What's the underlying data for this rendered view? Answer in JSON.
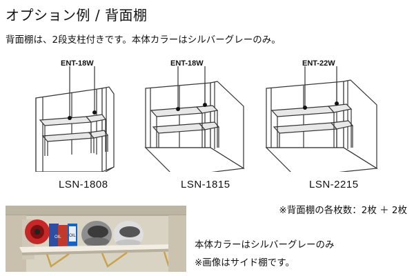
{
  "title": "オプション例 / 背面棚",
  "description": "背面棚は、2段支柱付きです。本体カラーはシルバーグレーのみ。",
  "diagrams": [
    {
      "code": "ENT-18W",
      "model": "LSN-1808"
    },
    {
      "code": "ENT-18W",
      "model": "LSN-1815"
    },
    {
      "code": "ENT-22W",
      "model": "LSN-2215"
    }
  ],
  "count_note": "※背面棚の各枚数：2枚 ＋ 2枚",
  "photo": {
    "can_labels": [
      "OIL",
      "OIL"
    ]
  },
  "captions": {
    "line1": "本体カラーはシルバーグレーのみ",
    "line2": "※画像はサイド棚です。"
  }
}
